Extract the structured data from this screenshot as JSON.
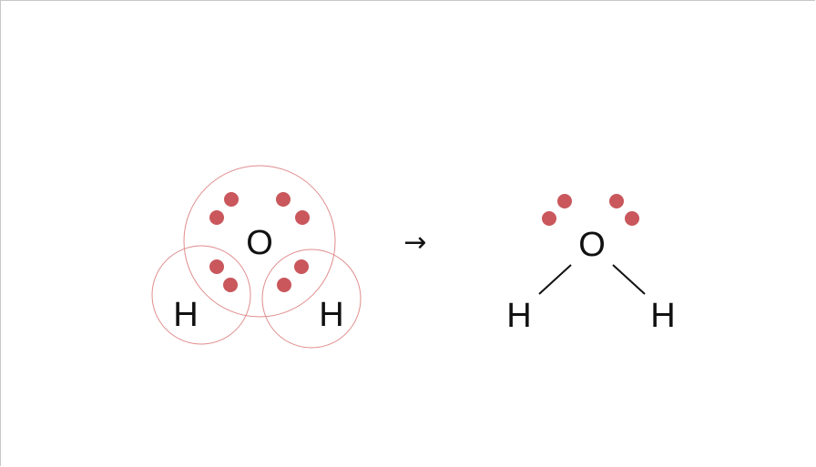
{
  "colors": {
    "electron": "#c9575c",
    "shell": "#e08c8c",
    "bond": "#111111",
    "text": "#111111"
  },
  "left_diagram": {
    "oxygen_label": "O",
    "hydrogen_left_label": "H",
    "hydrogen_right_label": "H"
  },
  "arrow": {
    "glyph": "→"
  },
  "right_diagram": {
    "oxygen_label": "O",
    "hydrogen_left_label": "H",
    "hydrogen_right_label": "H"
  }
}
